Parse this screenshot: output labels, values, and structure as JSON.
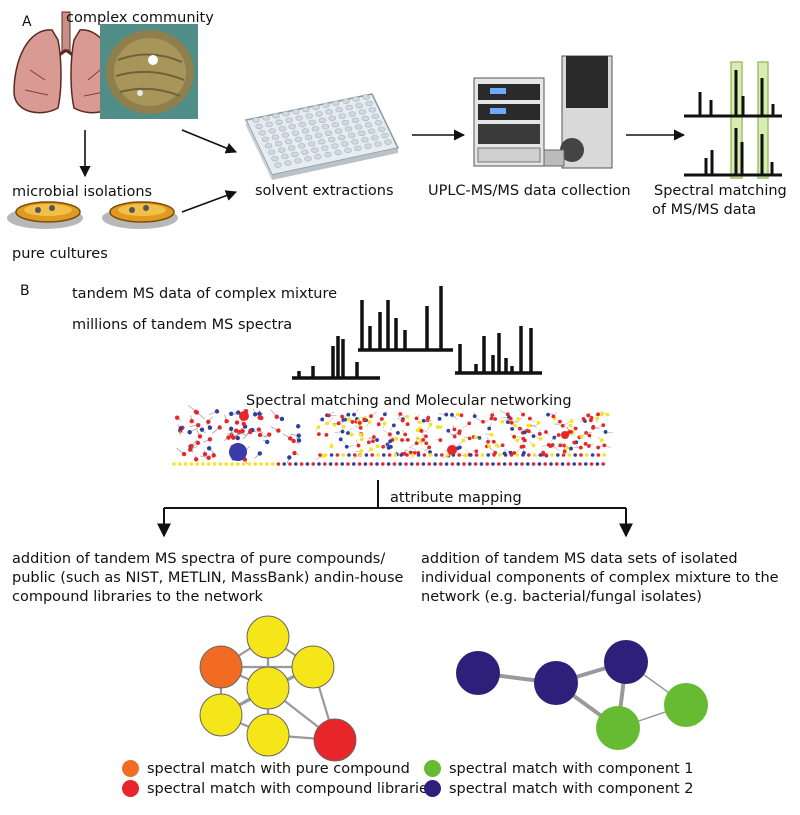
{
  "panel_a": {
    "letter": "A",
    "complex_community": "complex community",
    "microbial_isolations": "microbial isolations",
    "pure_cultures": "pure cultures",
    "solvent_extractions": "solvent extractions",
    "uplc": "UPLC-MS/MS data collection",
    "spectral_matching_line1": "Spectral matching",
    "spectral_matching_line2": "of MS/MS  data"
  },
  "panel_b": {
    "letter": "B",
    "tandem_ms": "tandem MS data of complex mixture",
    "millions": "millions of tandem MS spectra",
    "networking": "Spectral matching and Molecular networking",
    "attribute_mapping": "attribute mapping",
    "left_text": [
      "addition of tandem MS spectra of pure compounds/",
      "public (such as NIST, METLIN, MassBank) andin-house",
      "compound libraries to the network"
    ],
    "right_text": [
      "addition of tandem MS data sets of isolated",
      "individual components of complex mixture to the",
      "network (e.g. bacterial/fungal isolates)"
    ],
    "legend_left": [
      {
        "label": "spectral match with pure compound",
        "color": "#f26b22"
      },
      {
        "label": "spectral match with compound libraries",
        "color": "#e8262a"
      }
    ],
    "legend_right": [
      {
        "label": "spectral match with component 1",
        "color": "#66bb33"
      },
      {
        "label": "spectral match with component 2",
        "color": "#2e1f7a"
      }
    ]
  },
  "colors": {
    "node_yellow": "#f5e619",
    "node_orange": "#f26b22",
    "node_red": "#e8262a",
    "node_green": "#66bb33",
    "node_purple": "#2e1f7a",
    "edge_gray": "#9a9a9a",
    "highlight_green": "#d9ecb0"
  }
}
